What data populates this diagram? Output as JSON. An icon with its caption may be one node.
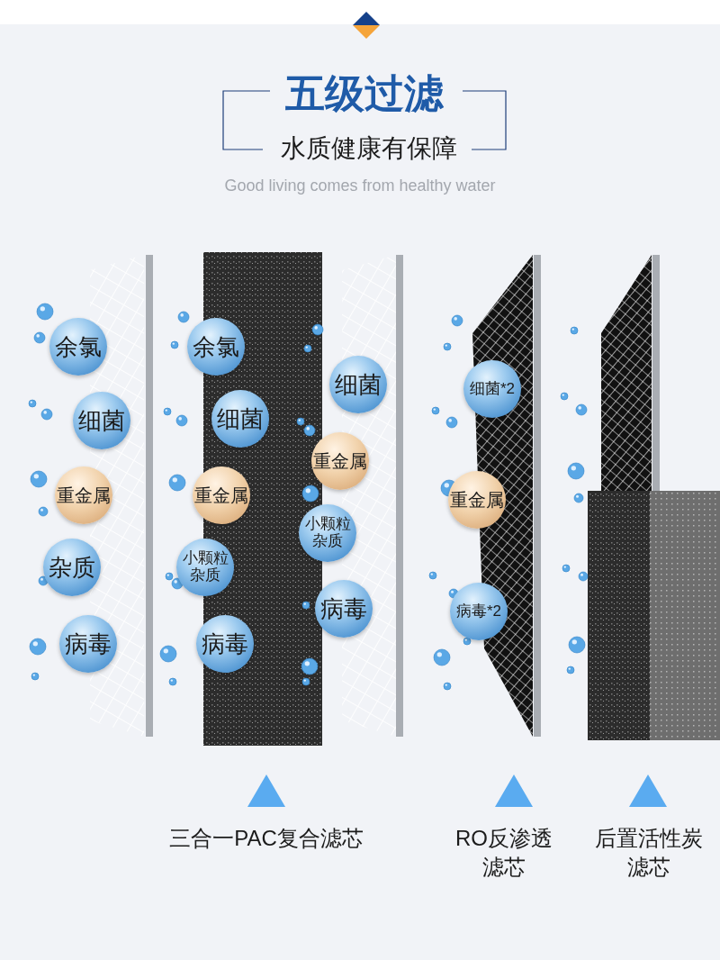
{
  "diagram": {
    "title": "五级过滤",
    "nodes": [
      {
        "text": [
          "余氯"
        ]
      },
      {
        "text": [
          "细菌"
        ]
      },
      {
        "text": [
          "重金属"
        ]
      },
      {
        "text": [
          "杂质"
        ]
      },
      {
        "text": [
          "病毒"
        ]
      },
      {
        "text": [
          "余氯"
        ]
      },
      {
        "text": [
          "细菌"
        ]
      },
      {
        "text": [
          "重金属"
        ]
      },
      {
        "text": [
          "小颗粒杂质"
        ]
      },
      {
        "text": [
          "病毒"
        ]
      },
      {
        "text": [
          "细菌"
        ]
      },
      {
        "text": [
          "重金属"
        ]
      },
      {
        "text": [
          "小颗粒杂质"
        ]
      },
      {
        "text": [
          "病毒"
        ]
      },
      {
        "text": [
          "细菌*2"
        ]
      },
      {
        "text": [
          "重金属"
        ]
      },
      {
        "text": [
          "病毒*2"
        ]
      }
    ],
    "labels": [
      "水质健康有保障",
      "Good living comes from healthy water",
      "三合一PAC复合滤芯",
      "RO反渗透滤芯",
      "后置活性炭滤芯"
    ]
  }
}
